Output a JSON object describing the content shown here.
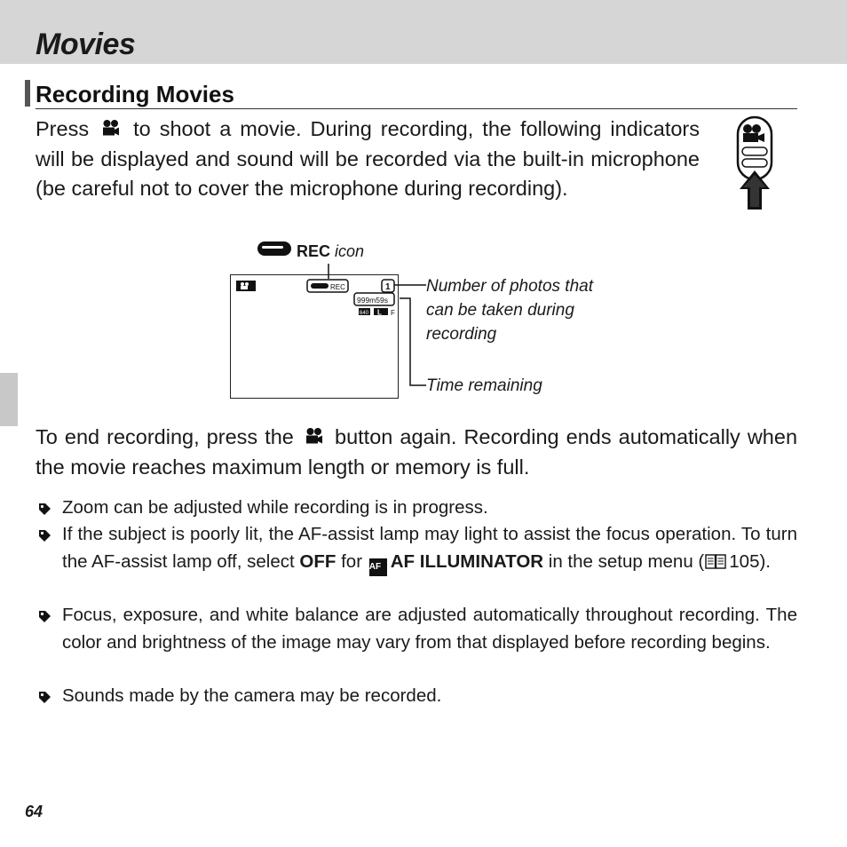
{
  "header": {
    "title": "Movies"
  },
  "section": {
    "title": "Recording Movies"
  },
  "intro": {
    "before_icon": "Press",
    "after_icon": "to shoot a movie. During recording, the following indica­tors will be displayed and sound will be recorded via the built-in microphone (be careful not to cover the microphone during re­cording)."
  },
  "diagram": {
    "rec_label_bold": "REC",
    "rec_label_italic": "icon",
    "screen": {
      "rec_text": "REC",
      "photos_count": "1",
      "time_remaining": "999m59s",
      "size_label": "640",
      "quality_label": "L",
      "f_label": "F"
    },
    "callout_photos": "Number of photos that can be taken during recording",
    "callout_time": "Time remaining"
  },
  "ending": {
    "before_icon": "To end recording, press the",
    "after_icon": "button again. Recording ends automatically when the movie reaches maximum length or memory is full."
  },
  "notes": {
    "n1": "Zoom can be adjusted while recording is in progress.",
    "n2_a": "If the subject is poorly lit, the AF-assist lamp may light to assist the focus operation. To turn the AF-assist lamp off, select",
    "n2_off": "OFF",
    "n2_for": "for",
    "n2_af_icon": "AF",
    "n2_af_label": "AF ILLUMINATOR",
    "n2_b": "in the setup menu (",
    "n2_page": "105).",
    "n3": "Focus, exposure, and white balance are adjusted automatically throughout record­ing. The color and brightness of the image may vary from that displayed before recording begins.",
    "n4": "Sounds made by the camera may be recorded."
  },
  "footer": {
    "page_number": "64"
  },
  "icons": {
    "movie": "movie-camera-icon",
    "note": "note-pencil-icon",
    "book": "book-page-icon",
    "shutter": "shutter-button-icon"
  }
}
